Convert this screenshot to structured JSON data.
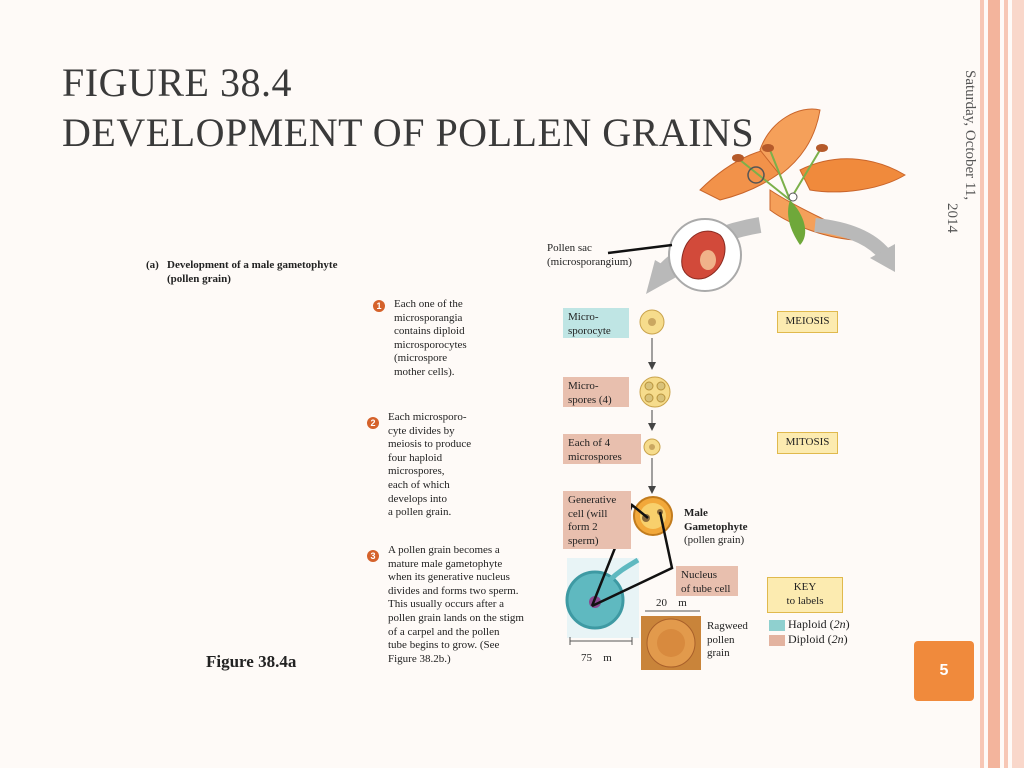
{
  "slide": {
    "title_line1": "FIGURE 38.4",
    "title_line2": "DEVELOPMENT OF POLLEN GRAINS",
    "date": "Saturday, October 11,",
    "date_year": "2014",
    "page_number": "5",
    "figure_caption": "Figure 38.4a"
  },
  "figure": {
    "panel_letter": "(a)",
    "panel_title_line1": "Development of a male gametophyte",
    "panel_title_line2": "(pollen grain)",
    "pollen_sac_line1": "Pollen sac",
    "pollen_sac_line2": "(microsporangium)",
    "steps": [
      {
        "num": "1",
        "lines": [
          "Each one of the",
          "microsporangia",
          "contains diploid",
          "microsporocytes",
          "(microspore",
          "mother cells)."
        ]
      },
      {
        "num": "2",
        "lines": [
          "Each microsporo-",
          "cyte divides by",
          "meiosis to produce",
          "four haploid",
          "microspores,",
          "each of which",
          "develops into",
          "a pollen grain."
        ]
      },
      {
        "num": "3",
        "lines": [
          "A pollen grain becomes a",
          "mature male gametophyte",
          "when its generative nucleus",
          "divides and forms two sperm.",
          "This usually occurs after a",
          "pollen grain lands on the stigm",
          "of a carpel and the pollen",
          "tube begins to grow. (See",
          "Figure 38.2b.)"
        ]
      }
    ],
    "boxes": {
      "microsporocyte": [
        "Micro-",
        "sporocyte"
      ],
      "microspores": [
        "Micro-",
        "spores (4)"
      ],
      "each_of_4": [
        "Each of 4",
        "microspores"
      ],
      "generative": [
        "Generative",
        "cell (will",
        "form 2",
        "sperm)"
      ],
      "nucleus": [
        "Nucleus",
        "of tube cell"
      ],
      "meiosis": "MEIOSIS",
      "mitosis": "MITOSIS"
    },
    "male_gametophyte": [
      "Male",
      "Gametophyte",
      "(pollen grain)"
    ],
    "scale_20": "20 m",
    "scale_75": "75 m",
    "ragweed": [
      "Ragweed",
      "pollen",
      "grain"
    ],
    "key": {
      "title": "KEY",
      "subtitle": "to labels",
      "haploid_text": "Haploid (",
      "haploid_n": "2n",
      "diploid_text": "Diploid (",
      "diploid_n": "2n"
    }
  },
  "colors": {
    "accent_orange": "#f08a3c",
    "step_badge": "#d5622b",
    "haploid": "#8fd0cf",
    "diploid": "#e3b3a0",
    "meiosis_box": "#fcebb0"
  }
}
